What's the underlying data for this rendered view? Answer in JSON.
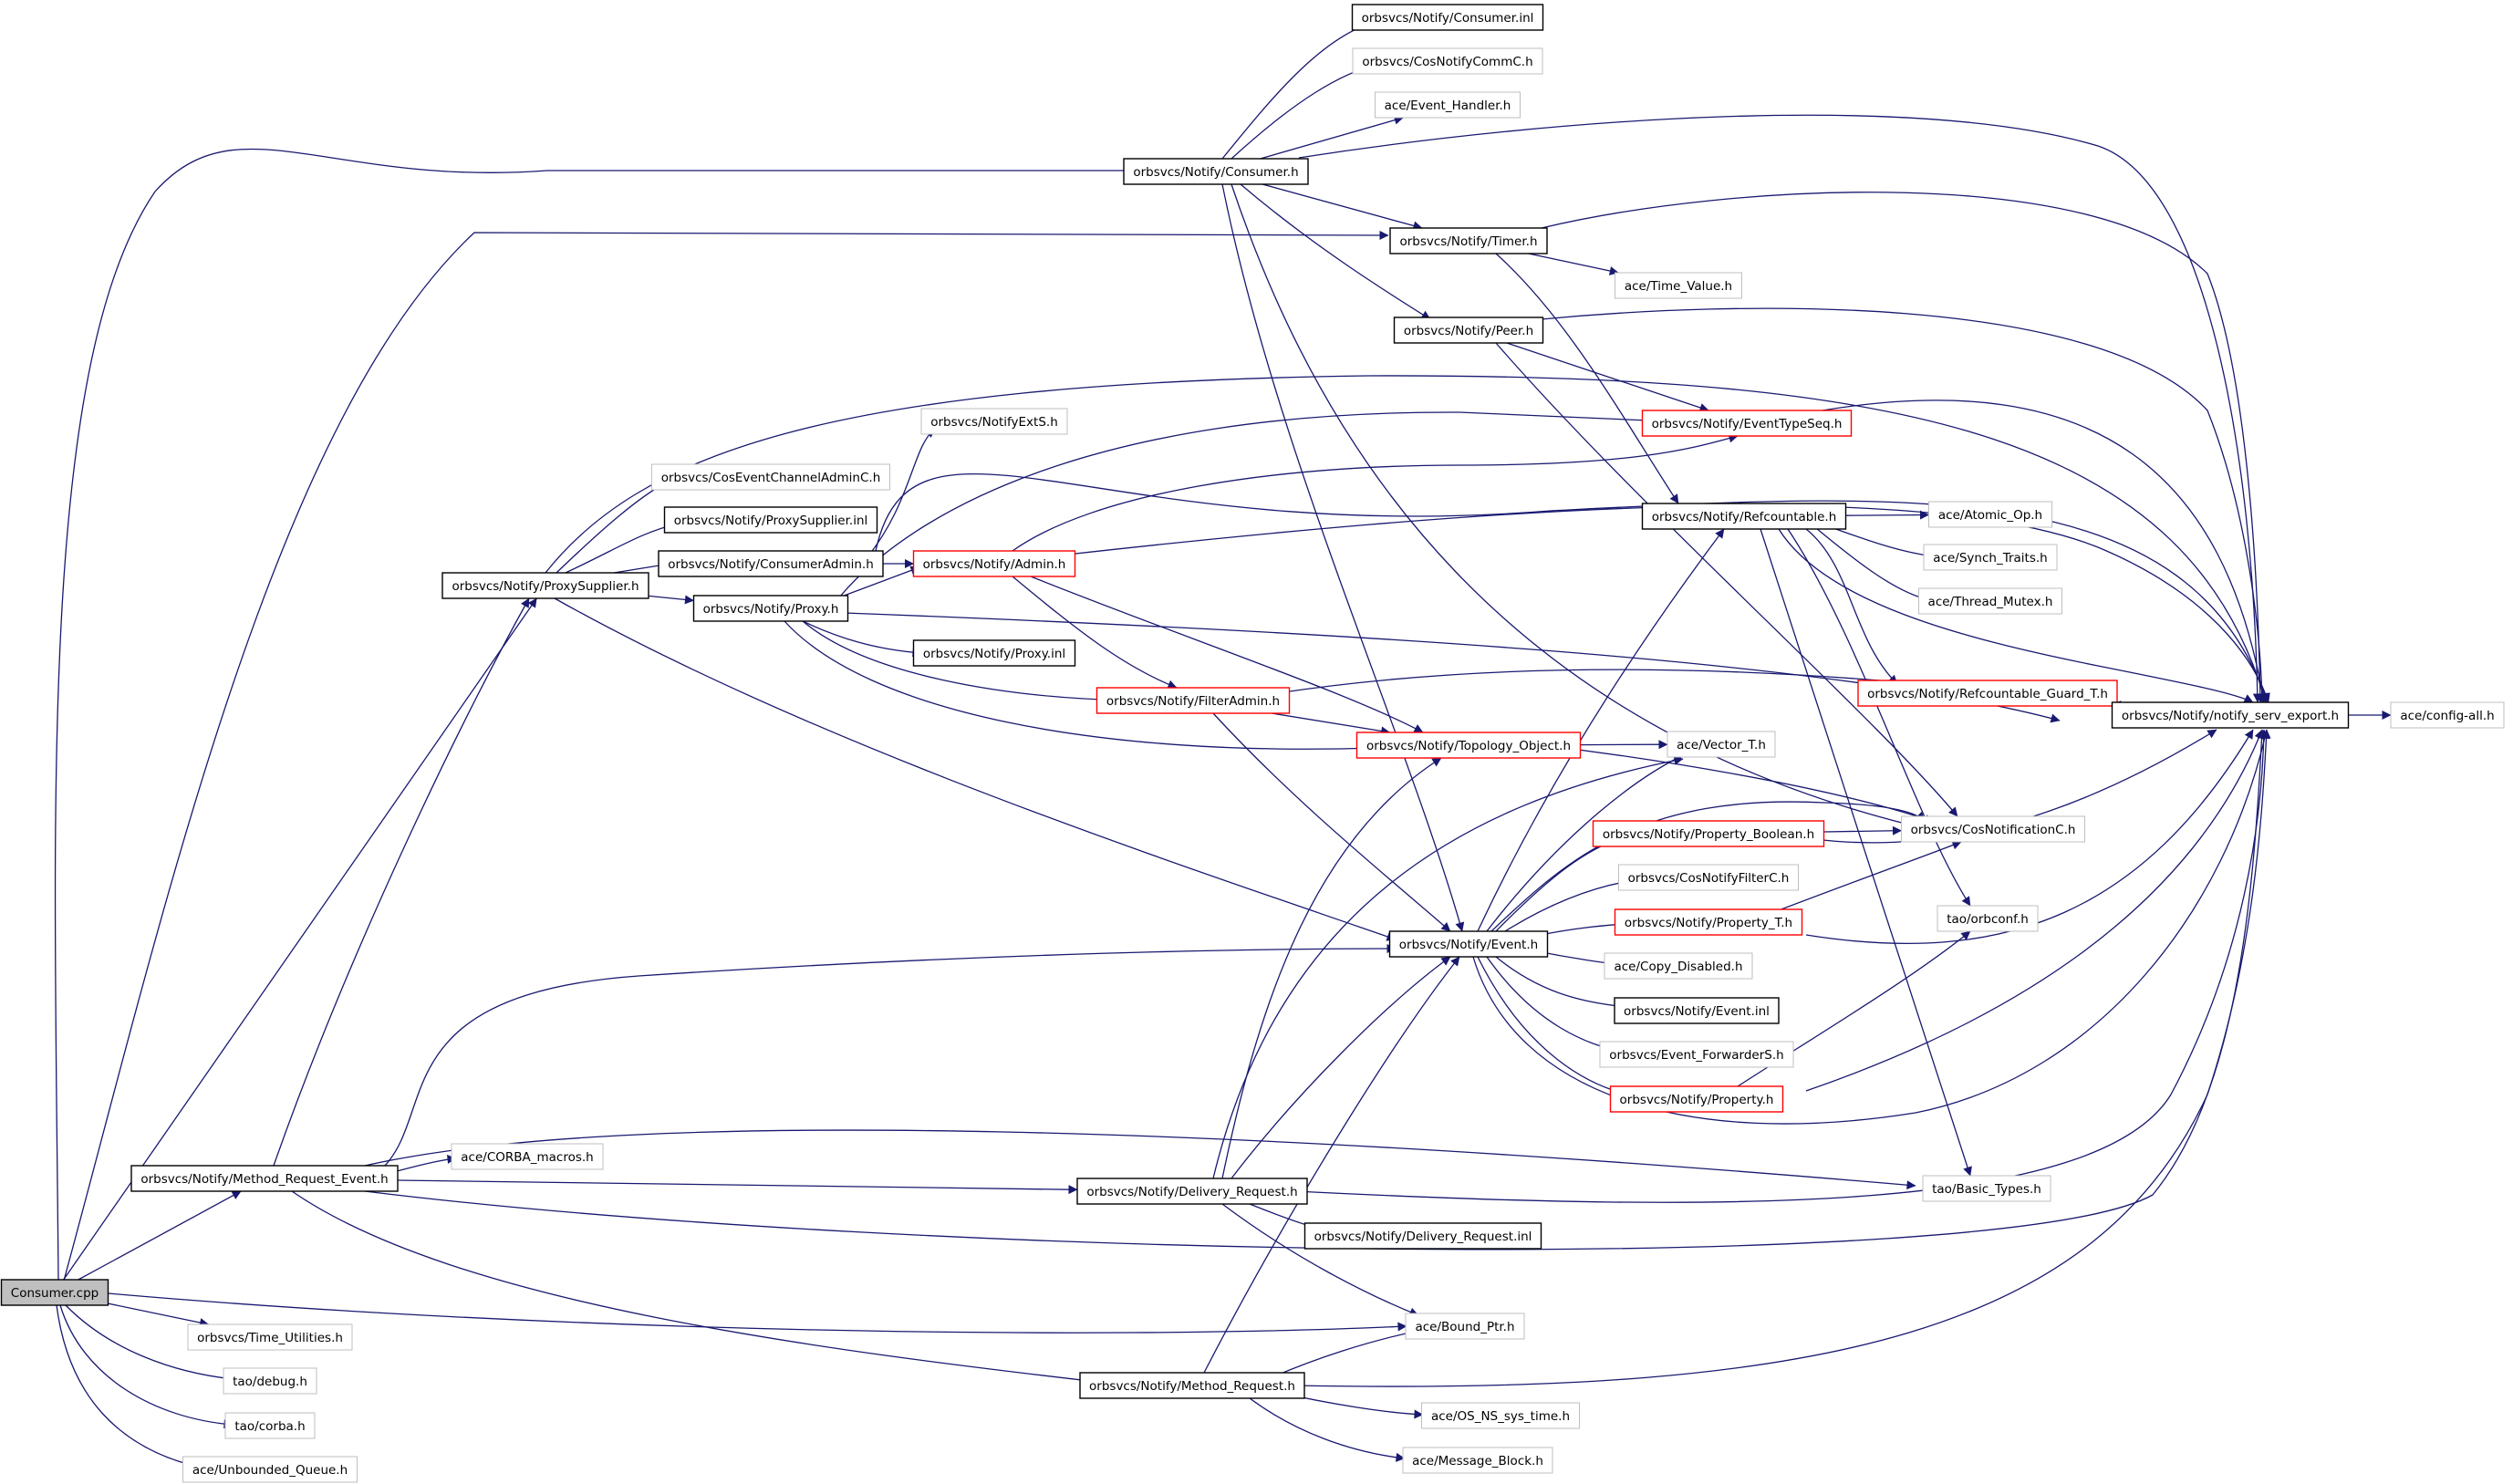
{
  "colors": {
    "edge": "#191970",
    "box_documented": "#000000",
    "box_undocumented": "#bfbfbf",
    "box_truncated": "#ff0000",
    "root_fill": "#bfbfbf",
    "text": "#000000"
  },
  "nodes": [
    {
      "id": "consumer_cpp",
      "label": "Consumer.cpp",
      "style": "root"
    },
    {
      "id": "consumer_h",
      "label": "orbsvcs/Notify/Consumer.h",
      "style": "black"
    },
    {
      "id": "consumer_inl",
      "label": "orbsvcs/Notify/Consumer.inl",
      "style": "black"
    },
    {
      "id": "cosnotifycommc_h",
      "label": "orbsvcs/CosNotifyCommC.h",
      "style": "gray"
    },
    {
      "id": "event_handler_h",
      "label": "ace/Event_Handler.h",
      "style": "gray"
    },
    {
      "id": "timer_h",
      "label": "orbsvcs/Notify/Timer.h",
      "style": "black"
    },
    {
      "id": "time_value_h",
      "label": "ace/Time_Value.h",
      "style": "gray"
    },
    {
      "id": "peer_h",
      "label": "orbsvcs/Notify/Peer.h",
      "style": "black"
    },
    {
      "id": "eventtypeseq_h",
      "label": "orbsvcs/Notify/EventTypeSeq.h",
      "style": "red"
    },
    {
      "id": "notifyexts_h",
      "label": "orbsvcs/NotifyExtS.h",
      "style": "gray"
    },
    {
      "id": "coseventchanneladminc_h",
      "label": "orbsvcs/CosEventChannelAdminC.h",
      "style": "gray"
    },
    {
      "id": "proxysupplier_inl",
      "label": "orbsvcs/Notify/ProxySupplier.inl",
      "style": "black"
    },
    {
      "id": "proxysupplier_h",
      "label": "orbsvcs/Notify/ProxySupplier.h",
      "style": "black"
    },
    {
      "id": "consumeradmin_h",
      "label": "orbsvcs/Notify/ConsumerAdmin.h",
      "style": "black"
    },
    {
      "id": "admin_h",
      "label": "orbsvcs/Notify/Admin.h",
      "style": "red"
    },
    {
      "id": "refcountable_h",
      "label": "orbsvcs/Notify/Refcountable.h",
      "style": "black"
    },
    {
      "id": "atomic_op_h",
      "label": "ace/Atomic_Op.h",
      "style": "gray"
    },
    {
      "id": "synch_traits_h",
      "label": "ace/Synch_Traits.h",
      "style": "gray"
    },
    {
      "id": "thread_mutex_h",
      "label": "ace/Thread_Mutex.h",
      "style": "gray"
    },
    {
      "id": "proxy_h",
      "label": "orbsvcs/Notify/Proxy.h",
      "style": "black"
    },
    {
      "id": "proxy_inl",
      "label": "orbsvcs/Notify/Proxy.inl",
      "style": "black"
    },
    {
      "id": "refcountable_guard_h",
      "label": "orbsvcs/Notify/Refcountable_Guard_T.h",
      "style": "red"
    },
    {
      "id": "filteradmin_h",
      "label": "orbsvcs/Notify/FilterAdmin.h",
      "style": "red"
    },
    {
      "id": "notify_serv_export_h",
      "label": "orbsvcs/Notify/notify_serv_export.h",
      "style": "black"
    },
    {
      "id": "config_all_h",
      "label": "ace/config-all.h",
      "style": "gray"
    },
    {
      "id": "topology_object_h",
      "label": "orbsvcs/Notify/Topology_Object.h",
      "style": "red"
    },
    {
      "id": "vector_t_h",
      "label": "ace/Vector_T.h",
      "style": "gray"
    },
    {
      "id": "property_boolean_h",
      "label": "orbsvcs/Notify/Property_Boolean.h",
      "style": "red"
    },
    {
      "id": "cosnotificationc_h",
      "label": "orbsvcs/CosNotificationC.h",
      "style": "gray"
    },
    {
      "id": "cosnotifyfilterc_h",
      "label": "orbsvcs/CosNotifyFilterC.h",
      "style": "gray"
    },
    {
      "id": "property_t_h",
      "label": "orbsvcs/Notify/Property_T.h",
      "style": "red"
    },
    {
      "id": "orbconf_h",
      "label": "tao/orbconf.h",
      "style": "gray"
    },
    {
      "id": "event_h",
      "label": "orbsvcs/Notify/Event.h",
      "style": "black"
    },
    {
      "id": "copy_disabled_h",
      "label": "ace/Copy_Disabled.h",
      "style": "gray"
    },
    {
      "id": "event_inl",
      "label": "orbsvcs/Notify/Event.inl",
      "style": "black"
    },
    {
      "id": "event_forwarders_h",
      "label": "orbsvcs/Event_ForwarderS.h",
      "style": "gray"
    },
    {
      "id": "property_h",
      "label": "orbsvcs/Notify/Property.h",
      "style": "red"
    },
    {
      "id": "corba_macros_h",
      "label": "ace/CORBA_macros.h",
      "style": "gray"
    },
    {
      "id": "method_request_event_h",
      "label": "orbsvcs/Notify/Method_Request_Event.h",
      "style": "black"
    },
    {
      "id": "delivery_request_h",
      "label": "orbsvcs/Notify/Delivery_Request.h",
      "style": "black"
    },
    {
      "id": "basic_types_h",
      "label": "tao/Basic_Types.h",
      "style": "gray"
    },
    {
      "id": "delivery_request_inl",
      "label": "orbsvcs/Notify/Delivery_Request.inl",
      "style": "black"
    },
    {
      "id": "time_utilities_h",
      "label": "orbsvcs/Time_Utilities.h",
      "style": "gray"
    },
    {
      "id": "bound_ptr_h",
      "label": "ace/Bound_Ptr.h",
      "style": "gray"
    },
    {
      "id": "debug_h",
      "label": "tao/debug.h",
      "style": "gray"
    },
    {
      "id": "method_request_h",
      "label": "orbsvcs/Notify/Method_Request.h",
      "style": "black"
    },
    {
      "id": "os_ns_sys_time_h",
      "label": "ace/OS_NS_sys_time.h",
      "style": "gray"
    },
    {
      "id": "corba_h",
      "label": "tao/corba.h",
      "style": "gray"
    },
    {
      "id": "message_block_h",
      "label": "ace/Message_Block.h",
      "style": "gray"
    },
    {
      "id": "unbounded_queue_h",
      "label": "ace/Unbounded_Queue.h",
      "style": "gray"
    }
  ],
  "edges": [
    [
      "consumer_cpp",
      "consumer_h"
    ],
    [
      "consumer_cpp",
      "timer_h"
    ],
    [
      "consumer_cpp",
      "proxysupplier_h"
    ],
    [
      "consumer_cpp",
      "method_request_event_h"
    ],
    [
      "consumer_cpp",
      "time_utilities_h"
    ],
    [
      "consumer_cpp",
      "bound_ptr_h"
    ],
    [
      "consumer_cpp",
      "debug_h"
    ],
    [
      "consumer_cpp",
      "corba_h"
    ],
    [
      "consumer_cpp",
      "unbounded_queue_h"
    ],
    [
      "consumer_h",
      "consumer_inl"
    ],
    [
      "consumer_h",
      "cosnotifycommc_h"
    ],
    [
      "consumer_h",
      "event_handler_h"
    ],
    [
      "consumer_h",
      "timer_h"
    ],
    [
      "consumer_h",
      "peer_h"
    ],
    [
      "consumer_h",
      "event_h"
    ],
    [
      "consumer_h",
      "cosnotificationc_h"
    ],
    [
      "consumer_h",
      "notify_serv_export_h"
    ],
    [
      "timer_h",
      "time_value_h"
    ],
    [
      "timer_h",
      "refcountable_h"
    ],
    [
      "timer_h",
      "notify_serv_export_h"
    ],
    [
      "peer_h",
      "eventtypeseq_h"
    ],
    [
      "peer_h",
      "cosnotificationc_h"
    ],
    [
      "peer_h",
      "notify_serv_export_h"
    ],
    [
      "eventtypeseq_h",
      "notify_serv_export_h"
    ],
    [
      "proxysupplier_h",
      "coseventchanneladminc_h"
    ],
    [
      "proxysupplier_h",
      "proxysupplier_inl"
    ],
    [
      "proxysupplier_h",
      "consumeradmin_h"
    ],
    [
      "proxysupplier_h",
      "proxy_h"
    ],
    [
      "proxysupplier_h",
      "event_h"
    ],
    [
      "proxysupplier_h",
      "notify_serv_export_h"
    ],
    [
      "consumeradmin_h",
      "notifyexts_h"
    ],
    [
      "consumeradmin_h",
      "admin_h"
    ],
    [
      "consumeradmin_h",
      "notify_serv_export_h"
    ],
    [
      "admin_h",
      "eventtypeseq_h"
    ],
    [
      "admin_h",
      "filteradmin_h"
    ],
    [
      "admin_h",
      "topology_object_h"
    ],
    [
      "admin_h",
      "notify_serv_export_h"
    ],
    [
      "proxy_h",
      "admin_h"
    ],
    [
      "proxy_h",
      "eventtypeseq_h"
    ],
    [
      "proxy_h",
      "proxy_inl"
    ],
    [
      "proxy_h",
      "filteradmin_h"
    ],
    [
      "proxy_h",
      "topology_object_h"
    ],
    [
      "proxy_h",
      "notify_serv_export_h"
    ],
    [
      "refcountable_h",
      "atomic_op_h"
    ],
    [
      "refcountable_h",
      "synch_traits_h"
    ],
    [
      "refcountable_h",
      "thread_mutex_h"
    ],
    [
      "refcountable_h",
      "refcountable_guard_h"
    ],
    [
      "refcountable_h",
      "notify_serv_export_h"
    ],
    [
      "refcountable_h",
      "orbconf_h"
    ],
    [
      "refcountable_h",
      "basic_types_h"
    ],
    [
      "refcountable_guard_h",
      "notify_serv_export_h"
    ],
    [
      "filteradmin_h",
      "topology_object_h"
    ],
    [
      "filteradmin_h",
      "event_h"
    ],
    [
      "filteradmin_h",
      "notify_serv_export_h"
    ],
    [
      "topology_object_h",
      "vector_t_h"
    ],
    [
      "topology_object_h",
      "cosnotificationc_h"
    ],
    [
      "notify_serv_export_h",
      "config_all_h"
    ],
    [
      "property_boolean_h",
      "cosnotificationc_h"
    ],
    [
      "property_boolean_h",
      "notify_serv_export_h"
    ],
    [
      "property_t_h",
      "cosnotificationc_h"
    ],
    [
      "property_t_h",
      "notify_serv_export_h"
    ],
    [
      "event_h",
      "refcountable_h"
    ],
    [
      "event_h",
      "vector_t_h"
    ],
    [
      "event_h",
      "cosnotificationc_h"
    ],
    [
      "event_h",
      "property_boolean_h"
    ],
    [
      "event_h",
      "cosnotifyfilterc_h"
    ],
    [
      "event_h",
      "property_t_h"
    ],
    [
      "event_h",
      "copy_disabled_h"
    ],
    [
      "event_h",
      "event_inl"
    ],
    [
      "event_h",
      "event_forwarders_h"
    ],
    [
      "event_h",
      "property_h"
    ],
    [
      "event_h",
      "notify_serv_export_h"
    ],
    [
      "property_h",
      "orbconf_h"
    ],
    [
      "property_h",
      "notify_serv_export_h"
    ],
    [
      "method_request_event_h",
      "proxysupplier_h"
    ],
    [
      "method_request_event_h",
      "event_h"
    ],
    [
      "method_request_event_h",
      "corba_macros_h"
    ],
    [
      "method_request_event_h",
      "basic_types_h"
    ],
    [
      "method_request_event_h",
      "delivery_request_h"
    ],
    [
      "method_request_event_h",
      "method_request_h"
    ],
    [
      "method_request_event_h",
      "notify_serv_export_h"
    ],
    [
      "delivery_request_h",
      "topology_object_h"
    ],
    [
      "delivery_request_h",
      "event_h"
    ],
    [
      "delivery_request_h",
      "vector_t_h"
    ],
    [
      "delivery_request_h",
      "delivery_request_inl"
    ],
    [
      "delivery_request_h",
      "bound_ptr_h"
    ],
    [
      "delivery_request_h",
      "notify_serv_export_h"
    ],
    [
      "method_request_h",
      "event_h"
    ],
    [
      "method_request_h",
      "bound_ptr_h"
    ],
    [
      "method_request_h",
      "os_ns_sys_time_h"
    ],
    [
      "method_request_h",
      "message_block_h"
    ],
    [
      "method_request_h",
      "notify_serv_export_h"
    ]
  ]
}
